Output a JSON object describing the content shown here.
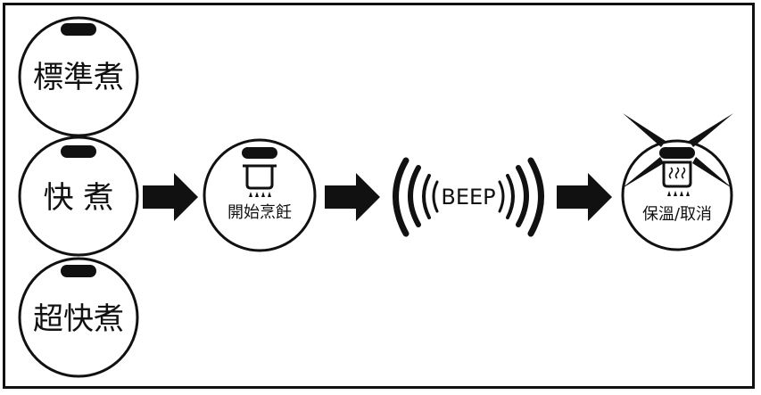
{
  "colors": {
    "ink": "#111111",
    "paper": "#ffffff"
  },
  "mode_buttons": [
    {
      "label": "標準煮"
    },
    {
      "label": "快 煮"
    },
    {
      "label": "超快煮"
    }
  ],
  "start_button": {
    "label": "開始烹飪",
    "icon": "pot-with-flame-icon"
  },
  "beep": {
    "label": "BEEP",
    "icon": "sound-waves-icon"
  },
  "keep_warm_button": {
    "label": "保溫/取消",
    "icon": "steaming-pot-with-flame-icon",
    "decoration": "sparkle-lines-icon"
  },
  "arrows": 3
}
